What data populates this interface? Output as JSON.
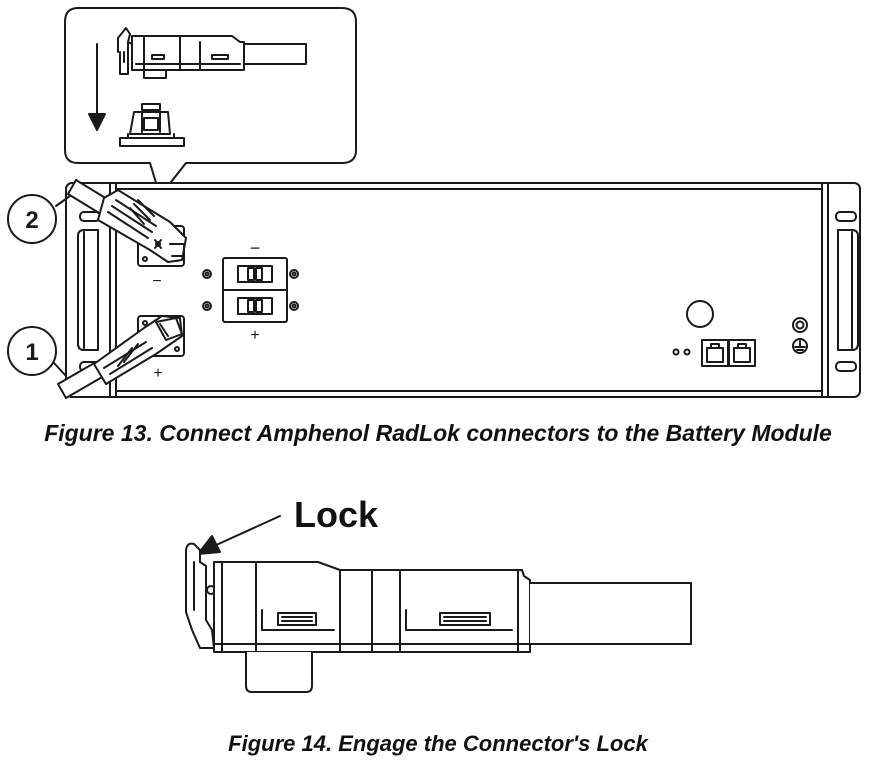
{
  "figure13": {
    "caption": "Figure 13. Connect Amphenol RadLok connectors to the Battery Module",
    "callouts": [
      "1",
      "2"
    ],
    "polarity": {
      "negative": "−",
      "positive": "+"
    }
  },
  "figure14": {
    "caption": "Figure 14. Engage the Connector's Lock",
    "lock_label": "Lock"
  },
  "icons": [
    "ground-icon",
    "down-arrow-icon",
    "rj45-port-icon"
  ],
  "colors": {
    "line": "#1a1a1a",
    "background": "#ffffff"
  }
}
